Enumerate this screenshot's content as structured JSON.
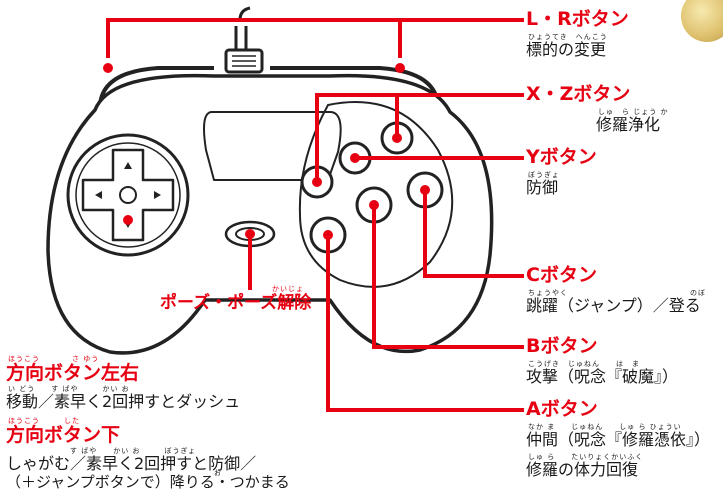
{
  "buttons": {
    "lr": {
      "name": "L・Rボタン",
      "ruby": "ひょうてき　へんこう",
      "desc": "標的の変更"
    },
    "xz": {
      "name": "X・Zボタン",
      "ruby": "しゅ　ら じょう か",
      "desc": "修羅浄化"
    },
    "y": {
      "name": "Yボタン",
      "ruby": "ぼうぎょ",
      "desc": "防御"
    },
    "c": {
      "name": "Cボタン",
      "ruby1": "ちょうやく",
      "ruby2": "のぼ",
      "desc": "跳躍（ジャンプ）／登る"
    },
    "b": {
      "name": "Bボタン",
      "ruby": "こうげき　じゅねん　　は　ま",
      "desc": "攻撃（呪念『破魔』）"
    },
    "a": {
      "name": "Aボタン",
      "ruby1": "なか ま　　じゅねん　　しゅ ら ひょうい",
      "desc1": "仲間（呪念『修羅憑依』）",
      "ruby2": "しゅ ら　　たいりょくかいふく",
      "desc2": "修羅の体力回復"
    }
  },
  "pause": {
    "name": "ポーズ・ポーズ解除",
    "ruby": "かいじょ"
  },
  "dpad_lr": {
    "ruby": "ほうこう　　　　さ ゆう",
    "name": "方向ボタン左右",
    "ruby2": "い どう　　す ばや　　　かい お",
    "desc": "移動／素早く2回押すとダッシュ"
  },
  "dpad_down": {
    "ruby": "ほうこう　　　した",
    "name": "方向ボタン下",
    "ruby2": "す ばや　　かい お　　　ぼうぎょ",
    "desc1": "しゃがむ／素早く2回押すと防御／",
    "ruby3": "お",
    "desc2": "（＋ジャンプボタンで）降りる・つかまる"
  },
  "colors": {
    "accent": "#e60012",
    "text": "#1a1a1a",
    "line": "#e60012",
    "controller": "#222222"
  }
}
